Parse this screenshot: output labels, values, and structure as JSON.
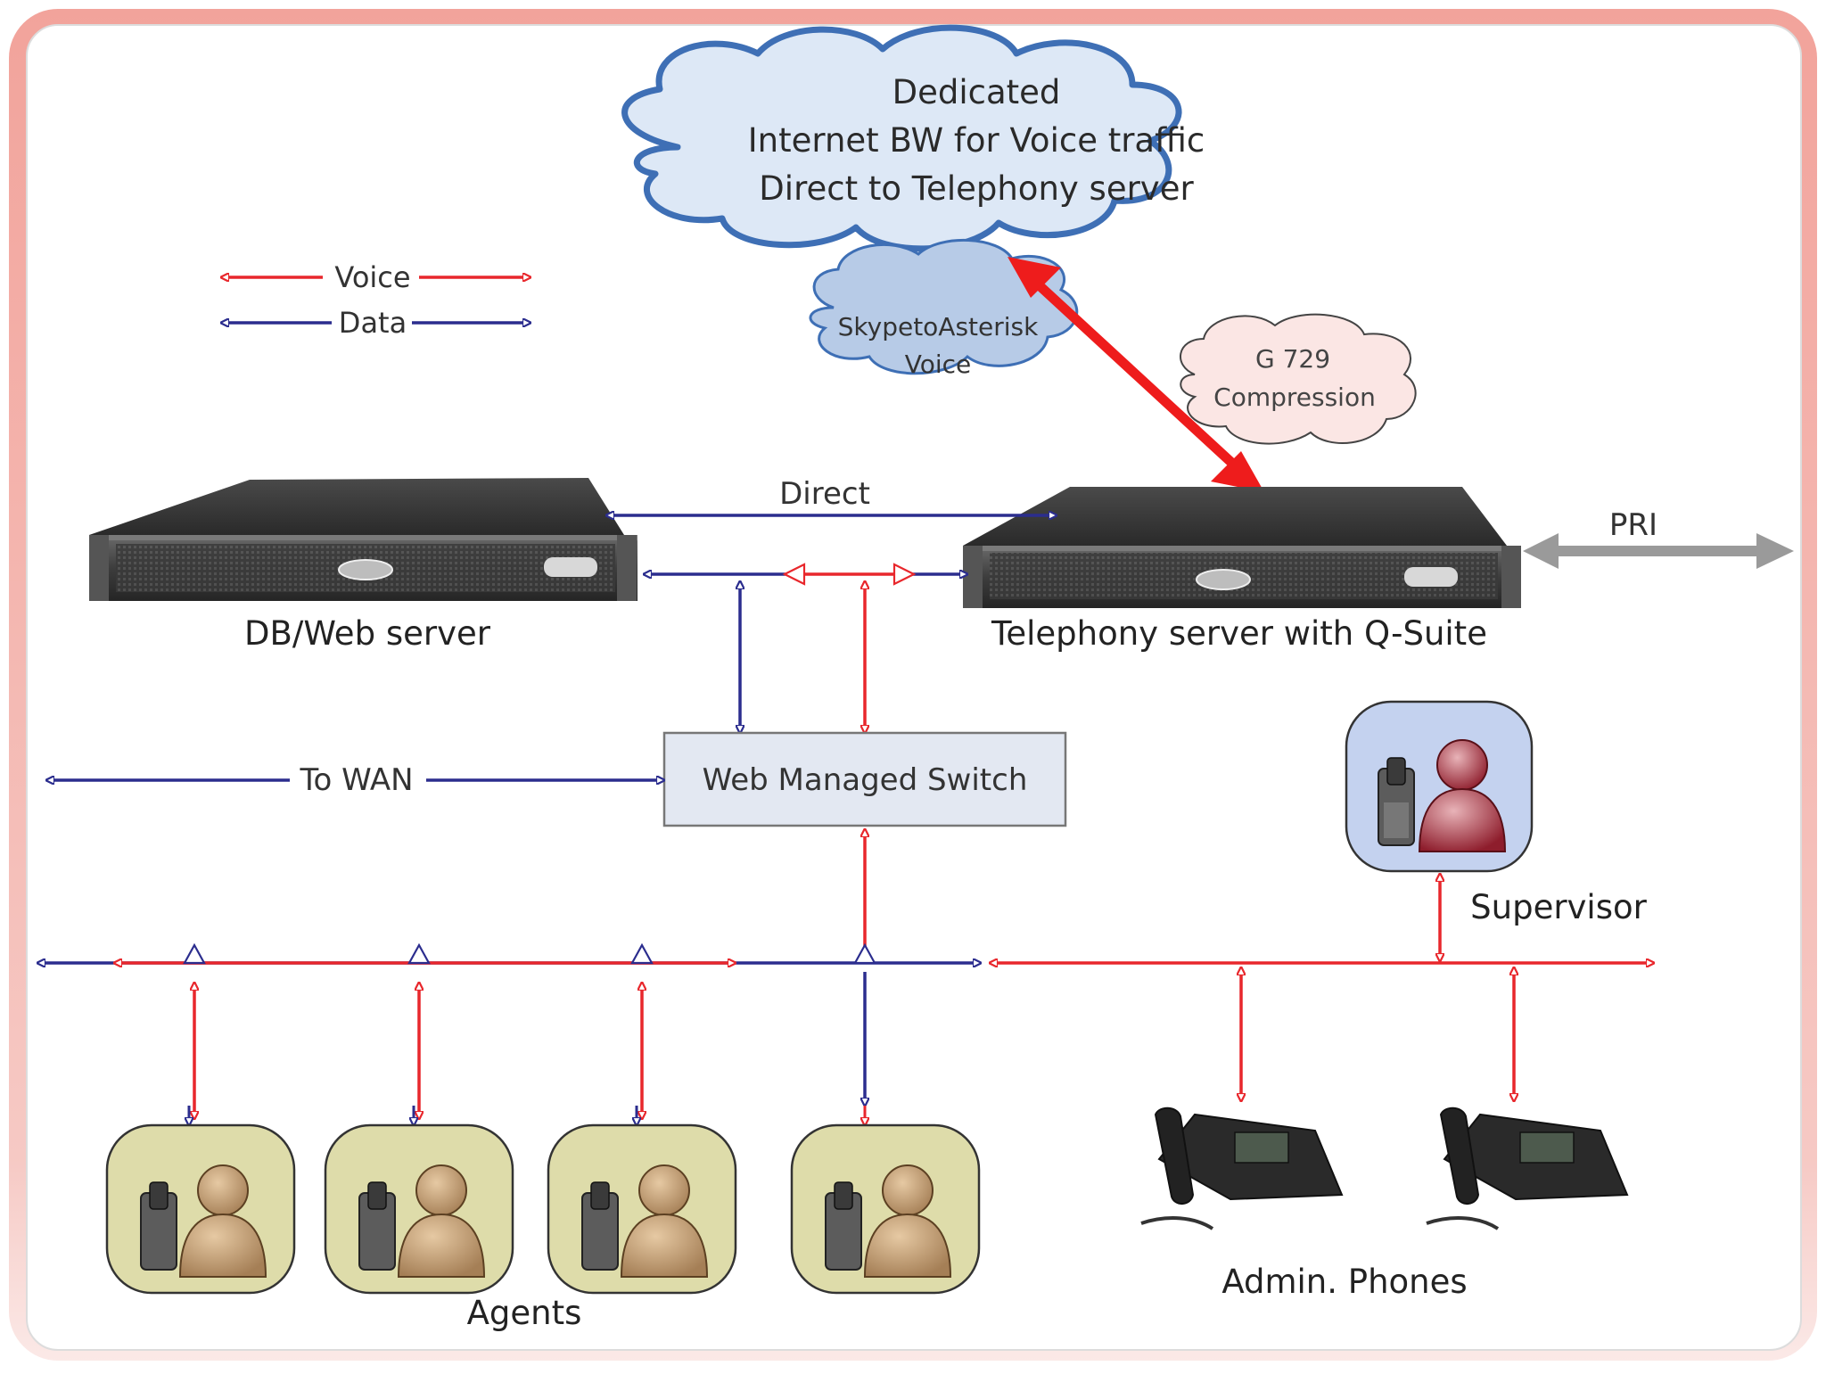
{
  "cloud_main": {
    "line1": "Dedicated",
    "line2": "Internet BW for Voice traffic",
    "line3": "Direct to Telephony server"
  },
  "legend": {
    "voice": "Voice",
    "data": "Data",
    "voice_color": "#e8272c",
    "data_color": "#2b2d8e"
  },
  "cloud_skype": {
    "line1": "SkypetoAsterisk",
    "line2": "Voice"
  },
  "cloud_codec": {
    "line1": "G 729",
    "line2": "Compression"
  },
  "links": {
    "direct": "Direct",
    "pri": "PRI",
    "wan": "To WAN"
  },
  "servers": {
    "db_web": "DB/Web server",
    "telephony": "Telephony server with Q-Suite"
  },
  "switch": {
    "label": "Web Managed Switch"
  },
  "labels": {
    "supervisor": "Supervisor",
    "agents": "Agents",
    "admin_phones": "Admin. Phones"
  },
  "colors": {
    "frame": "#f2a39b",
    "cloud_outline": "#3e6fb5",
    "cloud_fill": "#dde8f6",
    "small_cloud_fill": "#b7cbe7",
    "codec_cloud_fill": "#fbe6e4",
    "switch_fill": "#e3e8f2",
    "agent_fill": "#dedcaa",
    "supervisor_fill": "#c4d2ef",
    "pri_arrow": "#9a9a9a",
    "voice_arrow": "#ee1c1c"
  }
}
